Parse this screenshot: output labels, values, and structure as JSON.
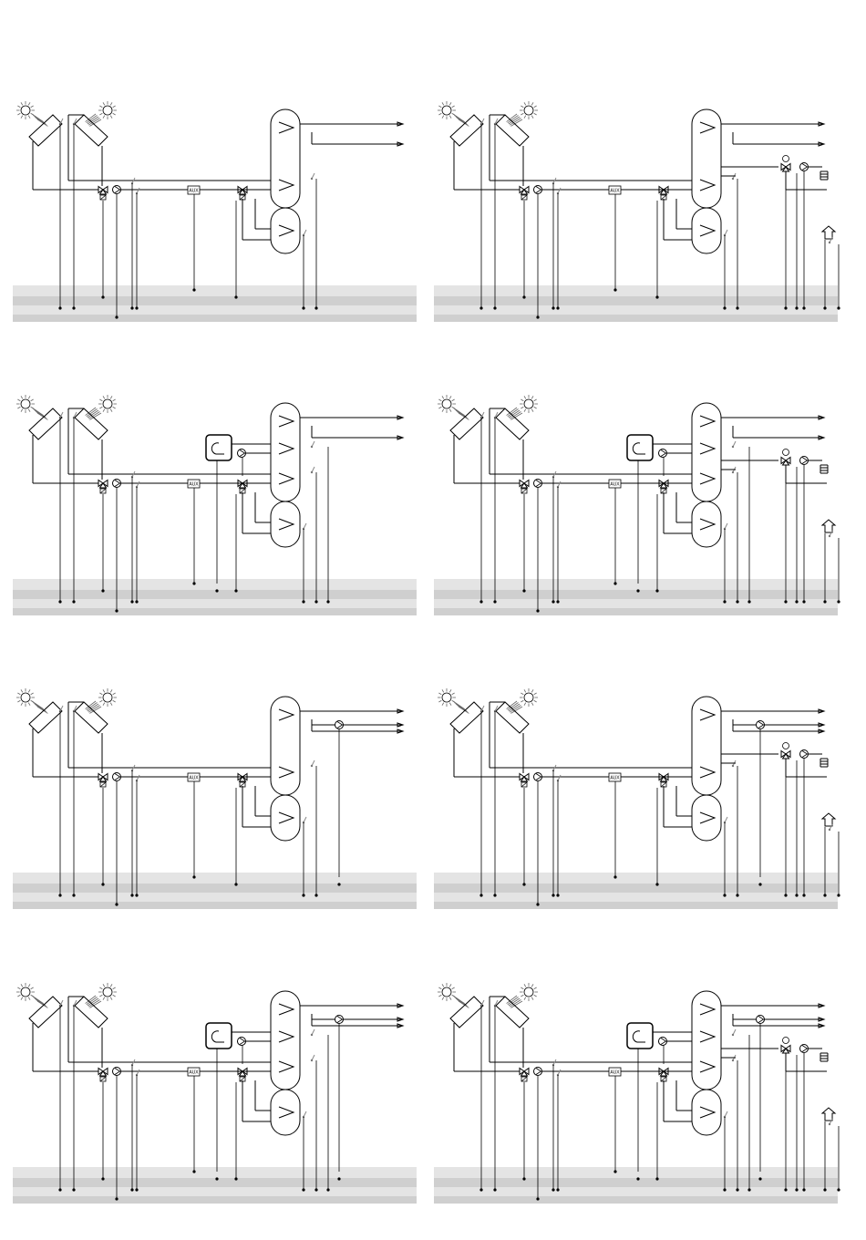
{
  "aux_label": "AUX",
  "panels": [
    {
      "id": "p1",
      "boiler": false,
      "dhw_pump": false,
      "heating": false
    },
    {
      "id": "p2",
      "boiler": false,
      "dhw_pump": false,
      "heating": true
    },
    {
      "id": "p3",
      "boiler": true,
      "dhw_pump": false,
      "heating": false
    },
    {
      "id": "p4",
      "boiler": true,
      "dhw_pump": false,
      "heating": true
    },
    {
      "id": "p5",
      "boiler": false,
      "dhw_pump": true,
      "heating": false
    },
    {
      "id": "p6",
      "boiler": false,
      "dhw_pump": true,
      "heating": true
    },
    {
      "id": "p7",
      "boiler": true,
      "dhw_pump": true,
      "heating": false
    },
    {
      "id": "p8",
      "boiler": true,
      "dhw_pump": true,
      "heating": true
    }
  ]
}
